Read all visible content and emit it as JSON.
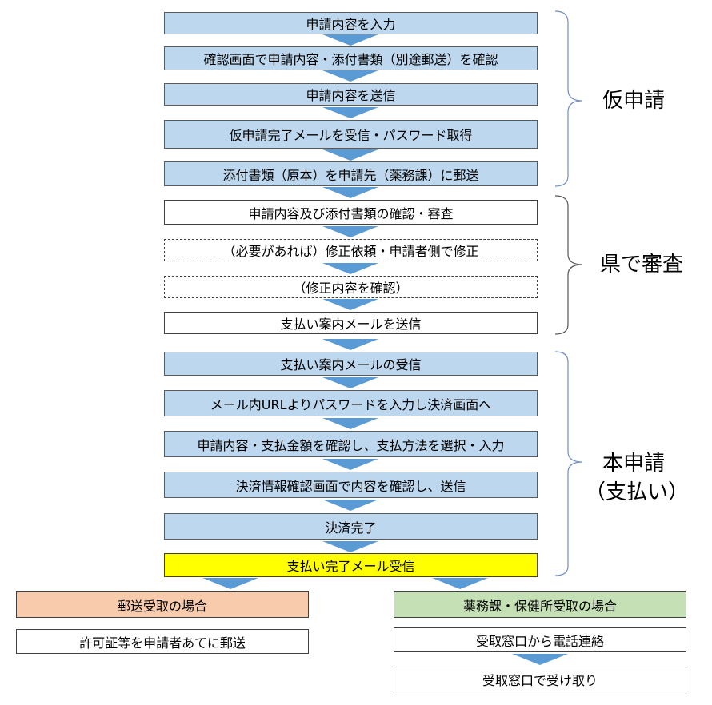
{
  "steps": {
    "s1": "申請内容を入力",
    "s2": "確認画面で申請内容・添付書類（別途郵送）を確認",
    "s3": "申請内容を送信",
    "s4": "仮申請完了メールを受信・パスワード取得",
    "s5": "添付書類（原本）を申請先（薬務課）に郵送",
    "s6": "申請内容及び添付書類の確認・審査",
    "s7": "（必要があれば）修正依頼・申請者側で修正",
    "s8": "（修正内容を確認）",
    "s9": "支払い案内メールを送信",
    "s10": "支払い案内メールの受信",
    "s11": "メール内URLよりパスワードを入力し決済画面へ",
    "s12": "申請内容・支払金額を確認し、支払方法を選択・入力",
    "s13": "決済情報確認画面で内容を確認し、送信",
    "s14": "決済完了",
    "s15": "支払い完了メール受信"
  },
  "branches": {
    "mail": {
      "header": "郵送受取の場合",
      "step1": "許可証等を申請者あてに郵送"
    },
    "counter": {
      "header": "薬務課・保健所受取の場合",
      "step1": "受取窓口から電話連絡",
      "step2": "受取窓口で受け取り"
    }
  },
  "phases": {
    "p1": "仮申請",
    "p2": "県で審査",
    "p3_line1": "本申請",
    "p3_line2": "（支払い）"
  },
  "colors": {
    "step_blue": "#bdd7ee",
    "arrow_blue": "#5b9bd5",
    "highlight_yellow": "#ffff00",
    "mail_orange": "#f8cbad",
    "counter_green": "#c5e0b4"
  }
}
